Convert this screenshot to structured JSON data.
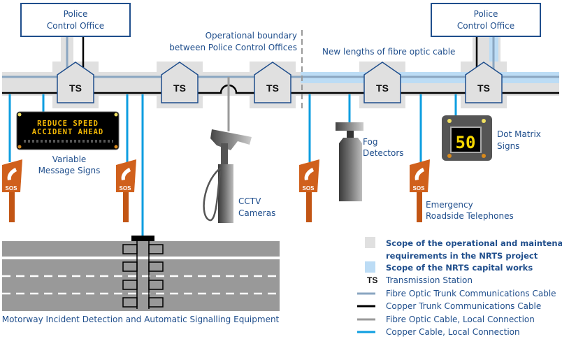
{
  "offices": [
    {
      "line1": "Police",
      "line2": "Control Office"
    },
    {
      "line1": "Police",
      "line2": "Control Office"
    }
  ],
  "labels": {
    "boundary_line1": "Operational boundary",
    "boundary_line2": "between Police Control Offices",
    "new_fibre": "New lengths of fibre optic cable",
    "vms_line1": "Variable",
    "vms_line2": "Message Signs",
    "cctv_line1": "CCTV",
    "cctv_line2": "Cameras",
    "fog_line1": "Fog",
    "fog_line2": "Detectors",
    "dot_line1": "Dot Matrix",
    "dot_line2": "Signs",
    "phone_line1": "Emergency",
    "phone_line2": "Roadside Telephones",
    "motorway": "Motorway Incident Detection and Automatic Signalling Equipment"
  },
  "station_label": "TS",
  "vms_text": {
    "line1": "REDUCE SPEED",
    "line2": "ACCIDENT AHEAD"
  },
  "dot_matrix_value": "50",
  "sos_label": "SOS",
  "colors": {
    "scope_om": "#e0e0e0",
    "scope_capital": "#bcdcf5",
    "fibre_trunk": "#8aa6c1",
    "copper_trunk": "#000000",
    "fibre_local": "#9a9a9a",
    "copper_local": "#0d9ee0",
    "text": "#1f4e8c",
    "phone": "#d0601c"
  },
  "legend": [
    {
      "symbol": "scope-om-swatch",
      "label": "Scope of the operational and maintenance",
      "label2": "requirements in the NRTS project",
      "bold": true
    },
    {
      "symbol": "scope-capital-swatch",
      "label": "Scope of the NRTS capital works",
      "bold": true
    },
    {
      "symbol": "TS",
      "label": "Transmission Station"
    },
    {
      "symbol": "fibre-trunk-line",
      "label": "Fibre Optic Trunk Communications Cable"
    },
    {
      "symbol": "copper-trunk-line",
      "label": "Copper Trunk Communications Cable"
    },
    {
      "symbol": "fibre-local-line",
      "label": "Fibre Optic Cable, Local Connection"
    },
    {
      "symbol": "copper-local-line",
      "label": "Copper Cable, Local Connection"
    }
  ]
}
